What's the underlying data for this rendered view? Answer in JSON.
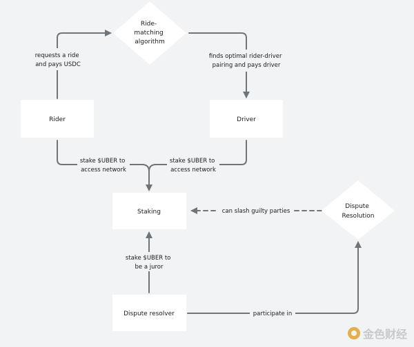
{
  "nodes": {
    "ride_matching": [
      "Ride-",
      "matching",
      "algorithm"
    ],
    "rider": "Rider",
    "driver": "Driver",
    "staking": "Staking",
    "dispute_resolution": [
      "Dispute",
      "Resolution"
    ],
    "dispute_resolver": "Dispute resolver"
  },
  "edges": {
    "rider_to_matching": [
      "requests a ride",
      "and pays USDC"
    ],
    "matching_to_driver": [
      "finds optimal rider-driver",
      "pairing and pays driver"
    ],
    "rider_stake": [
      "stake $UBER to",
      "access network"
    ],
    "driver_stake": [
      "stake $UBER to",
      "access network"
    ],
    "slash": "can slash guilty parties",
    "juror": [
      "stake $UBER to",
      "be a juror"
    ],
    "participate": "participate in"
  },
  "watermark": "金色财经",
  "colors": {
    "background": "#f2f3f4",
    "box": "#ffffff",
    "connector": "#6f7478",
    "text": "#1a1a1a"
  }
}
